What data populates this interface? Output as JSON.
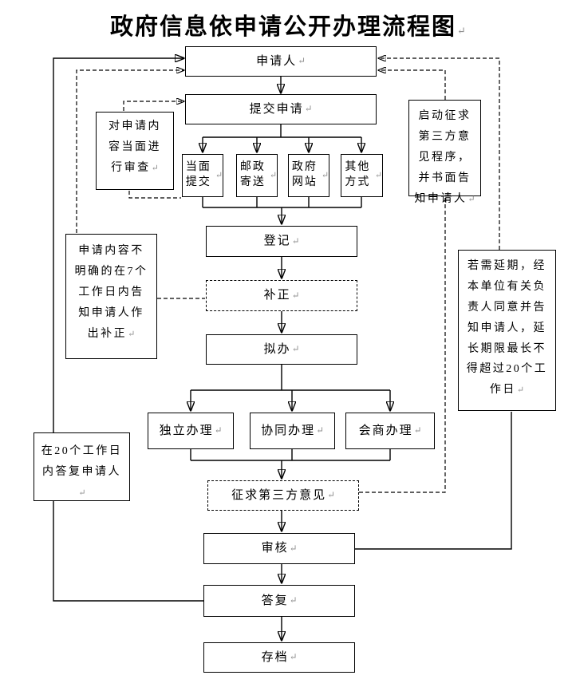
{
  "title": "政府信息依申请公开办理流程图",
  "return_mark": "↵",
  "colors": {
    "line": "#000000",
    "box_border": "#000000",
    "box_bg": "#ffffff",
    "text": "#000000",
    "return_mark": "#909090"
  },
  "nodes": {
    "applicant": {
      "label": "申请人"
    },
    "submit": {
      "label": "提交申请"
    },
    "method_inperson": {
      "label": "当面提交"
    },
    "method_post": {
      "label": "邮政寄送"
    },
    "method_website": {
      "label": "政府网站"
    },
    "method_other": {
      "label": "其他方式"
    },
    "register": {
      "label": "登记"
    },
    "correction": {
      "label": "补正"
    },
    "draft": {
      "label": "拟办"
    },
    "independent": {
      "label": "独立办理"
    },
    "collaborative": {
      "label": "协同办理"
    },
    "consultation": {
      "label": "会商办理"
    },
    "third_party": {
      "label": "征求第三方意见"
    },
    "review": {
      "label": "审核"
    },
    "reply": {
      "label": "答复"
    },
    "archive": {
      "label": "存档"
    },
    "note_review": {
      "label": "对申请内容当面进行审查"
    },
    "note_correction": {
      "label": "申请内容不明确的在7个工作日内告知申请人作出补正"
    },
    "note_reply20": {
      "label": "在20个工作日内答复申请人"
    },
    "note_start3rd": {
      "label": "启动征求第三方意见程序，并书面告知申请人"
    },
    "note_extension": {
      "label": "若需延期，经本单位有关负责人同意并告知申请人，延长期限最长不得超过20个工作日"
    }
  }
}
